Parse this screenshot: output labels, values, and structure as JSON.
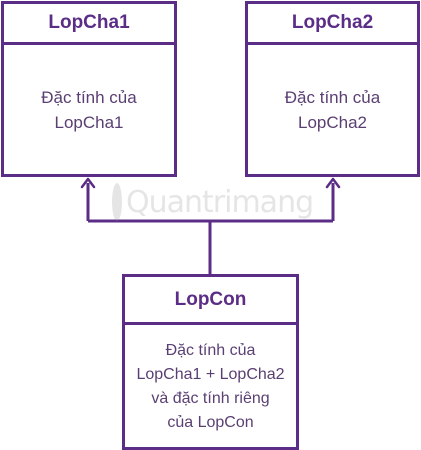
{
  "diagram": {
    "parent1": {
      "title": "LopCha1",
      "body_lines": [
        "Đặc tính của",
        "LopCha1"
      ]
    },
    "parent2": {
      "title": "LopCha2",
      "body_lines": [
        "Đặc tính của",
        "LopCha2"
      ]
    },
    "child": {
      "title": "LopCon",
      "body_lines": [
        "Đặc tính của",
        "LopCha1 + LopCha2",
        "và đặc tính riêng",
        "của LopCon"
      ]
    }
  },
  "watermark": {
    "text": "Quantrimang"
  },
  "colors": {
    "border": "#5b2d86",
    "title_text": "#5b2d86",
    "body_text": "#5a3f72",
    "background": "#ffffff"
  }
}
